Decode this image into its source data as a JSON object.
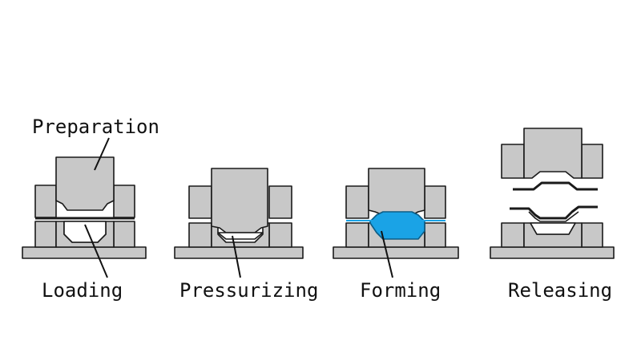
{
  "labels": {
    "preparation": "Preparation",
    "loading": "Loading",
    "pressurizing": "Pressurizing",
    "forming": "Forming",
    "releasing": "Releasing"
  },
  "colors": {
    "die": "#c8c8c8",
    "outline": "#1a1a1a",
    "fluid": "#1aa3e6",
    "blank": "#ffffff"
  }
}
